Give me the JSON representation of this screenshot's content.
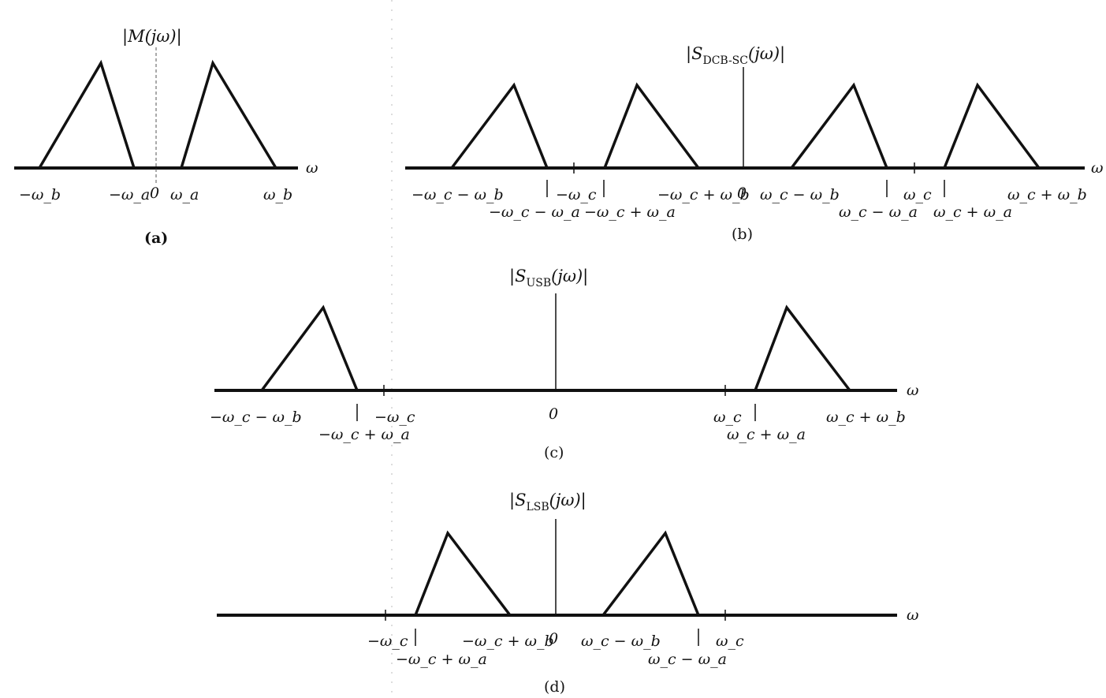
{
  "axis_symbol": "ω",
  "panels": {
    "a": {
      "caption": "(a)",
      "title": "|M(jω)|",
      "labels": [
        "−ω_b",
        "−ω_a",
        "0",
        "ω_a",
        "ω_b"
      ]
    },
    "b": {
      "caption": "(b)",
      "title_main": "|S",
      "title_sub": "DCB-SC",
      "title_tail": "(jω)|",
      "labels": [
        "−ω_c − ω_b",
        "−ω_c",
        "−ω_c − ω_a",
        "−ω_c + ω_a",
        "−ω_c + ω_b",
        "0",
        "ω_c − ω_b",
        "ω_c",
        "ω_c − ω_a",
        "ω_c + ω_a",
        "ω_c + ω_b"
      ]
    },
    "c": {
      "caption": "(c)",
      "title_main": "|S",
      "title_sub": "USB",
      "title_tail": "(jω)|",
      "labels": [
        "−ω_c − ω_b",
        "−ω_c",
        "−ω_c + ω_a",
        "0",
        "ω_c",
        "ω_c + ω_a",
        "ω_c + ω_b"
      ]
    },
    "d": {
      "caption": "(d)",
      "title_main": "|S",
      "title_sub": "LSB",
      "title_tail": "(jω)|",
      "labels": [
        "−ω_c",
        "−ω_c + ω_a",
        "−ω_c + ω_b",
        "0",
        "ω_c − ω_b",
        "ω_c − ω_a",
        "ω_c"
      ]
    }
  }
}
